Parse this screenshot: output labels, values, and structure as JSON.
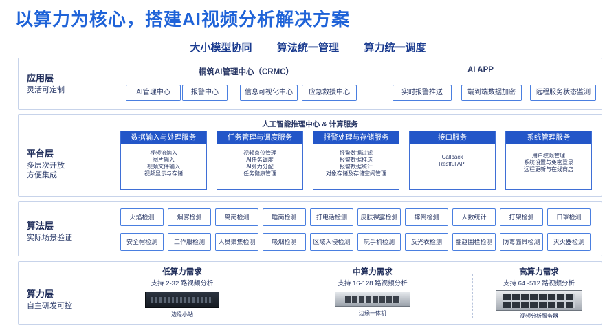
{
  "title": "以算力为核心，搭建AI视频分析解决方案",
  "subtitles": [
    "大小模型协同",
    "算法统一管理",
    "算力统一调度"
  ],
  "app_layer": {
    "name": "应用层",
    "desc": "灵活可定制",
    "left_title": "桐筑AI管理中心（CRMC）",
    "left_items": [
      "AI管理中心",
      "报警中心",
      "信息可视化中心",
      "应急救援中心"
    ],
    "right_title": "AI APP",
    "right_items": [
      "实时报警推送",
      "端到端数据加密",
      "远程服务状态监测"
    ]
  },
  "platform_layer": {
    "name": "平台层",
    "desc": [
      "多层次开放",
      "方便集成"
    ],
    "center_title": "人工智能推理中心 & 计算服务",
    "services": [
      {
        "title": "数据输入与处理服务",
        "lines": [
          "视频流输入",
          "图片输入",
          "视频文件输入",
          "视频显示与存储"
        ]
      },
      {
        "title": "任务管理与调度服务",
        "lines": [
          "视频点位管理",
          "AI任务调度",
          "AI算力分配",
          "任务健康管理"
        ]
      },
      {
        "title": "报警处理与存储服务",
        "lines": [
          "报警数据过滤",
          "报警数据推送",
          "报警数据统计",
          "对象存储及存储空间管理"
        ]
      },
      {
        "title": "接口服务",
        "lines": [
          "Callback",
          "Restful API"
        ]
      },
      {
        "title": "系统管理服务",
        "lines": [
          "用户权限管理",
          "系统设置与免密登录",
          "远程更新与在线商店"
        ]
      }
    ]
  },
  "algo_layer": {
    "name": "算法层",
    "desc": "实际场景验证",
    "row1": [
      "火焰检测",
      "烟雾检测",
      "离岗检测",
      "睡岗检测",
      "打电话检测",
      "皮肤裸露检测",
      "摔倒检测",
      "人数统计",
      "打架检测",
      "口罩检测"
    ],
    "row2": [
      "安全帽检测",
      "工作服检测",
      "人员聚集检测",
      "吸烟检测",
      "区域入侵检测",
      "玩手机检测",
      "反光衣检测",
      "翻越围栏检测",
      "防毒面具检测",
      "灭火器检测"
    ]
  },
  "compute_layer": {
    "name": "算力层",
    "desc": "自主研发可控",
    "tiers": [
      {
        "title": "低算力需求",
        "sub": "支持 2-32 路视频分析",
        "caption": "边缘小站"
      },
      {
        "title": "中算力需求",
        "sub": "支持 16-128 路视频分析",
        "caption": "边缘一体机"
      },
      {
        "title": "高算力需求",
        "sub": "支持 64 -512 路视频分析",
        "caption": "视频分析服务器"
      }
    ]
  }
}
